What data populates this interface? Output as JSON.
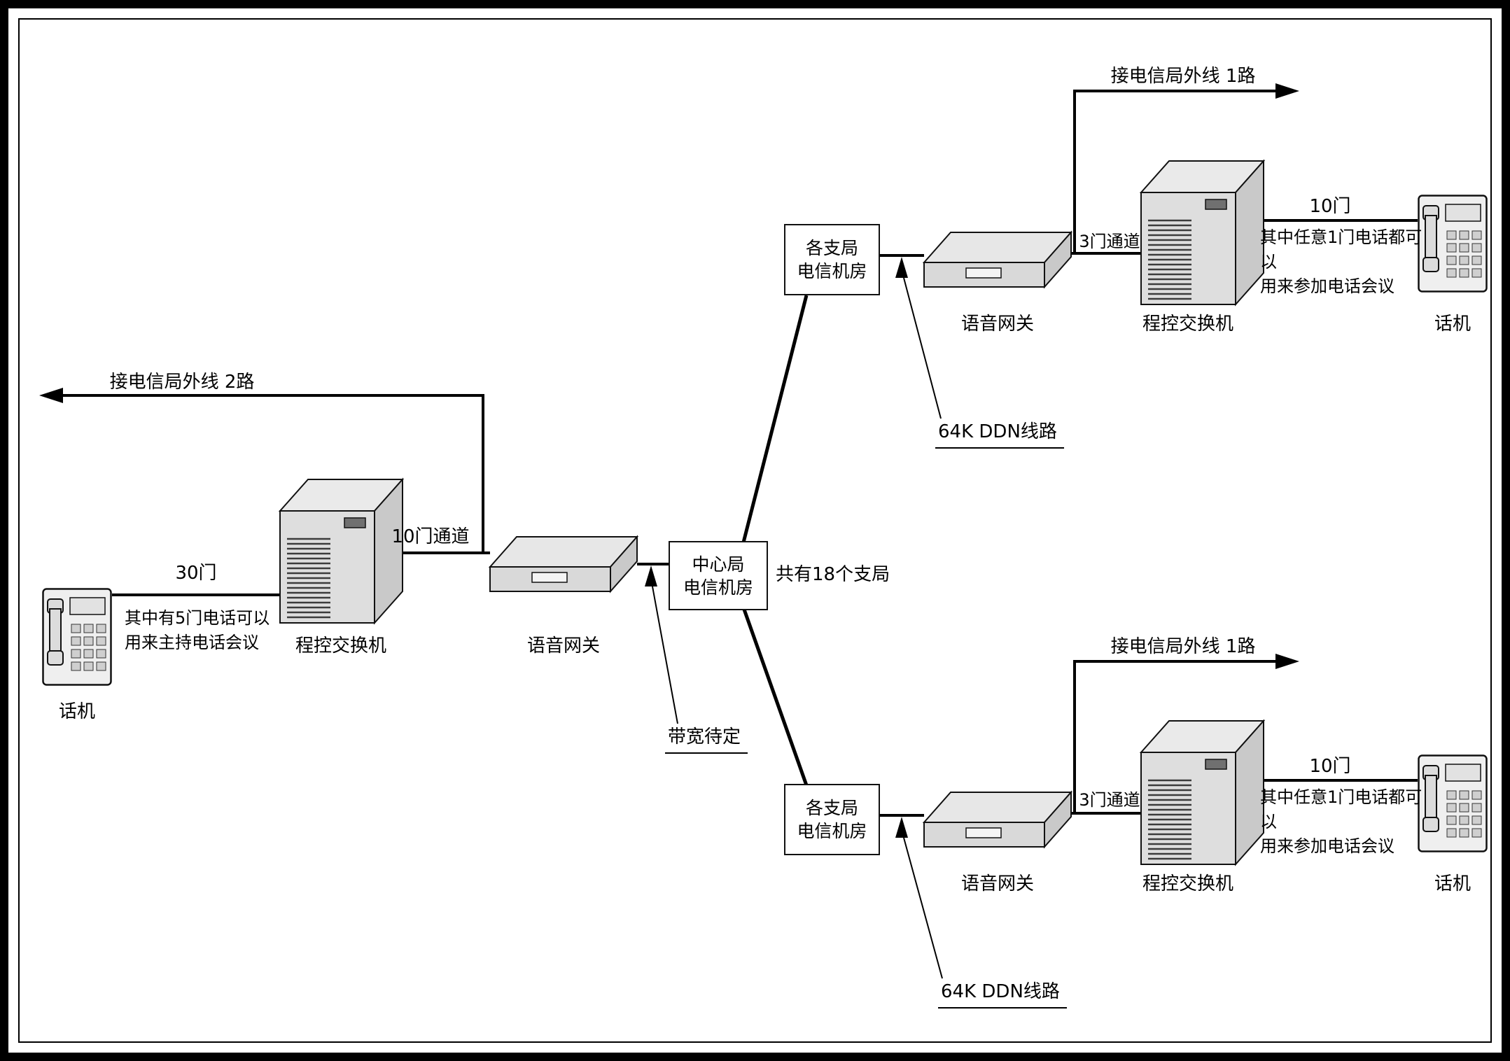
{
  "left_chain": {
    "outside_line_label": "接电信局外线 2路",
    "ports_label": "30门",
    "phone_note": "其中有5门电话可以\n用来主持电话会议",
    "phone_label": "话机",
    "pbx_label": "程控交换机",
    "channel_label": "10门通道",
    "gateway_label": "语音网关",
    "bandwidth_note": "带宽待定"
  },
  "center_office": {
    "box_label": "中心局\n电信机房",
    "branches_note": "共有18个支局"
  },
  "branches": [
    {
      "box_label": "各支局\n电信机房",
      "ddn_label": "64K DDN线路",
      "gateway_label": "语音网关",
      "channel_label": "3门通道",
      "outside_line_label": "接电信局外线 1路",
      "pbx_label": "程控交换机",
      "ports_label": "10门",
      "phone_note": "其中任意1门电话都可以\n用来参加电话会议",
      "phone_label": "话机"
    },
    {
      "box_label": "各支局\n电信机房",
      "ddn_label": "64K DDN线路",
      "gateway_label": "语音网关",
      "channel_label": "3门通道",
      "outside_line_label": "接电信局外线 1路",
      "pbx_label": "程控交换机",
      "ports_label": "10门",
      "phone_note": "其中任意1门电话都可以\n用来参加电话会议",
      "phone_label": "话机"
    }
  ]
}
